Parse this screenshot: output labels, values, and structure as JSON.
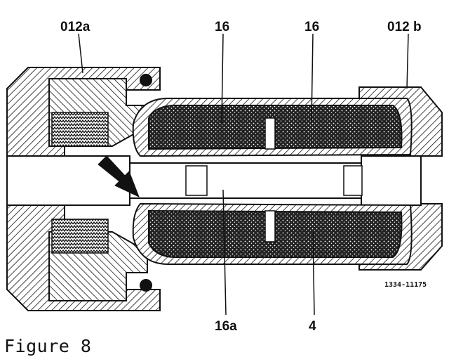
{
  "labels": {
    "l012a": "012a",
    "l16_left": "16",
    "l16_right": "16",
    "l012b": "012 b",
    "l16a": "16a",
    "l4": "4"
  },
  "drawing_code": "1334-11175",
  "caption": "Figure 8",
  "colors": {
    "ink": "#111111",
    "paper": "#ffffff"
  }
}
